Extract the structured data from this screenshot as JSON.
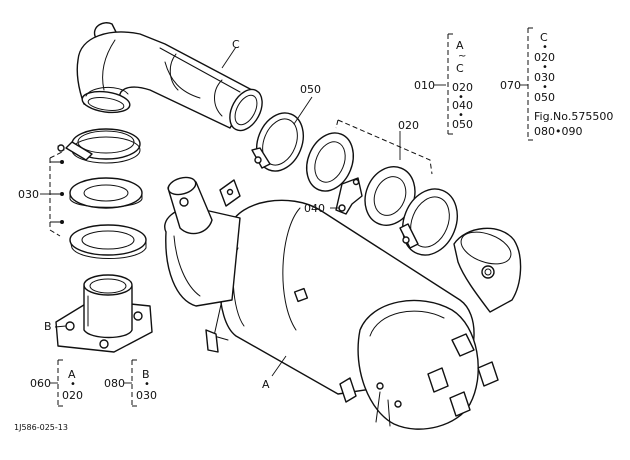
{
  "drawing_code": "1J586-025-13",
  "callouts": {
    "c_top": "C",
    "p050": "050",
    "p020": "020",
    "p030": "030",
    "p040": "040",
    "b_flange": "B",
    "a_body": "A"
  },
  "group_010": {
    "ref": "010",
    "items": [
      "A",
      "~",
      "C",
      "020",
      "•",
      "040",
      "•",
      "050"
    ]
  },
  "group_070": {
    "ref": "070",
    "items": [
      "C",
      "•",
      "020",
      "•",
      "030",
      "•",
      "050",
      "Fig.No.575500",
      "080•090"
    ]
  },
  "group_060": {
    "ref": "060",
    "items": [
      "A",
      "•",
      "020"
    ]
  },
  "group_080": {
    "ref": "080",
    "items": [
      "B",
      "•",
      "030"
    ]
  }
}
